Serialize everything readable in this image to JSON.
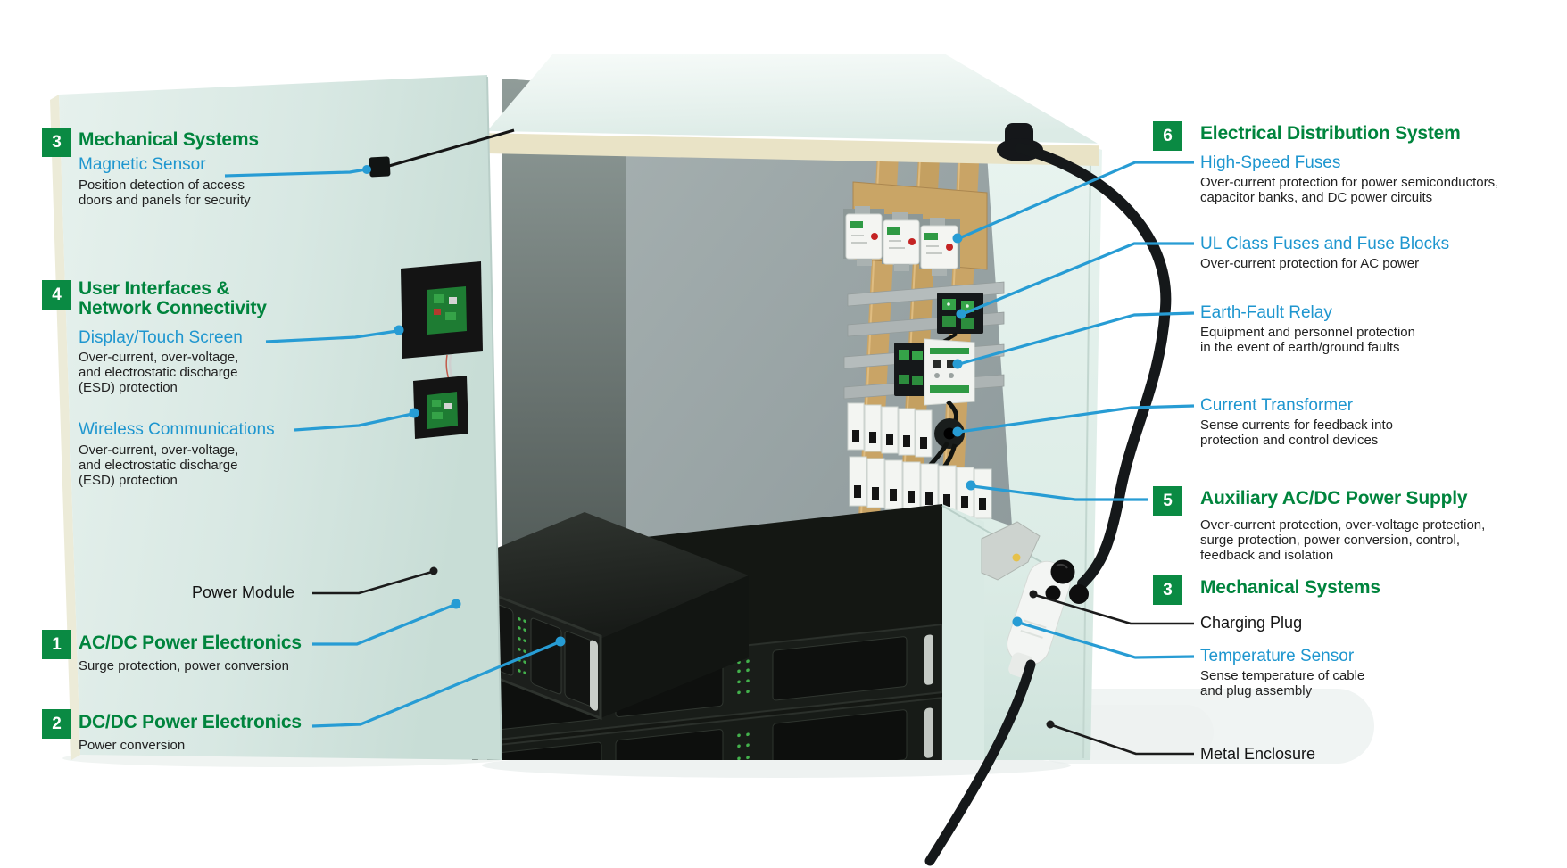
{
  "colors": {
    "heading_green": "#00843d",
    "badge_green": "#0a8a43",
    "subheading_blue": "#1e96cf",
    "leader_blue": "#279cd4",
    "leader_black": "#1b1b1b",
    "body_text": "#212121",
    "cabinet_mint": "#dcebe7",
    "wood_tan": "#c9a466"
  },
  "left_sections": [
    {
      "badge": "3",
      "title_lines": [
        "Mechanical Systems"
      ],
      "items": [
        {
          "name": "Magnetic Sensor",
          "desc_lines": [
            "Position detection of access",
            "doors and panels for security"
          ]
        }
      ]
    },
    {
      "badge": "4",
      "title_lines": [
        "User Interfaces &",
        "Network Connectivity"
      ],
      "items": [
        {
          "name": "Display/Touch Screen",
          "desc_lines": [
            "Over-current, over-voltage,",
            "and electrostatic discharge",
            "(ESD) protection"
          ]
        },
        {
          "name": "Wireless Communications",
          "desc_lines": [
            "Over-current, over-voltage,",
            "and electrostatic discharge",
            "(ESD) protection"
          ]
        }
      ]
    },
    {
      "badge": "1",
      "title_lines": [
        "AC/DC Power Electronics"
      ],
      "items": [
        {
          "name": "",
          "desc_lines": [
            "Surge protection, power conversion"
          ]
        }
      ]
    },
    {
      "badge": "2",
      "title_lines": [
        "DC/DC Power Electronics"
      ],
      "items": [
        {
          "name": "",
          "desc_lines": [
            "Power conversion"
          ]
        }
      ]
    }
  ],
  "right_sections": [
    {
      "badge": "6",
      "title_lines": [
        "Electrical Distribution System"
      ],
      "items": [
        {
          "name": "High-Speed Fuses",
          "desc_lines": [
            "Over-current protection for power semiconductors,",
            "capacitor banks, and DC power circuits"
          ]
        },
        {
          "name": "UL Class Fuses and Fuse Blocks",
          "desc_lines": [
            "Over-current protection for AC power"
          ]
        },
        {
          "name": "Earth-Fault Relay",
          "desc_lines": [
            "Equipment and personnel protection",
            "in the event of earth/ground faults"
          ]
        },
        {
          "name": "Current Transformer",
          "desc_lines": [
            "Sense currents for feedback into",
            "protection and control devices"
          ]
        }
      ]
    },
    {
      "badge": "5",
      "title_lines": [
        "Auxiliary AC/DC Power Supply"
      ],
      "items": [
        {
          "name": "",
          "desc_lines": [
            "Over-current protection, over-voltage protection,",
            "surge protection, power conversion, control,",
            "feedback and isolation"
          ]
        }
      ]
    },
    {
      "badge": "3",
      "title_lines": [
        "Mechanical Systems"
      ],
      "items": [
        {
          "name": "Temperature Sensor",
          "desc_lines": [
            "Sense temperature of cable",
            "and plug assembly"
          ]
        }
      ]
    }
  ],
  "standalone_labels": {
    "power_module": "Power Module",
    "charging_plug": "Charging Plug",
    "metal_enclosure": "Metal Enclosure"
  }
}
